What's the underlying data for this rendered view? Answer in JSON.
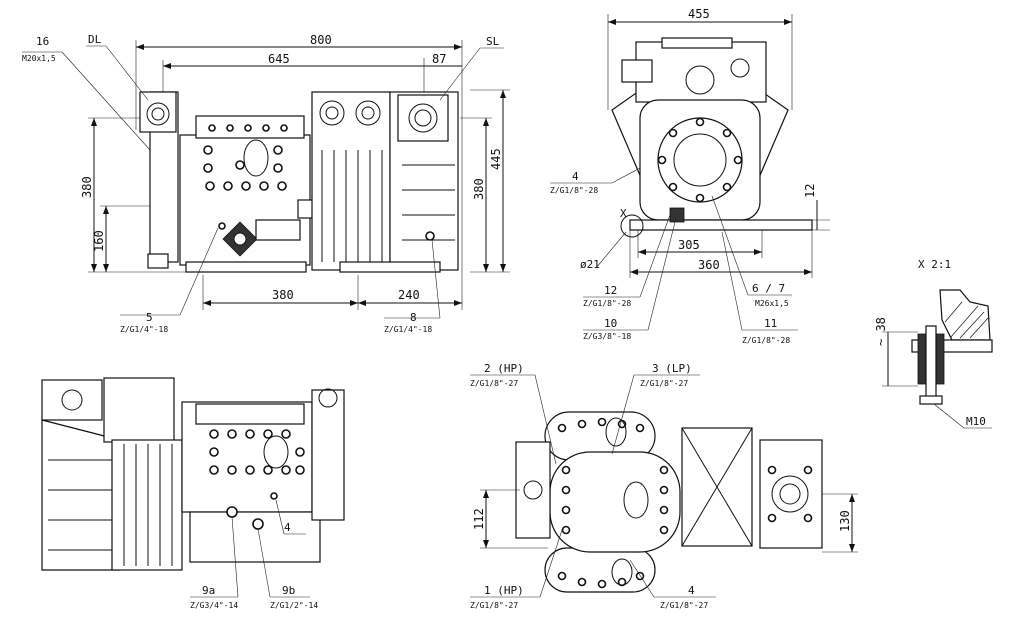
{
  "drawing": {
    "front_view": {
      "dims": {
        "overall_width": "800",
        "width_645": "645",
        "width_87": "87",
        "height_445": "445",
        "height_380_left": "380",
        "height_380_right": "380",
        "height_160": "160",
        "bottom_380": "380",
        "bottom_240": "240"
      },
      "callouts": {
        "c16_num": "16",
        "c16_code": "M20x1,5",
        "dl": "DL",
        "sl": "SL",
        "c5_num": "5",
        "c5_code": "Z/G1/4\"-18",
        "c8_num": "8",
        "c8_code": "Z/G1/4\"-18"
      }
    },
    "side_view": {
      "dims": {
        "width_455": "455",
        "width_305": "305",
        "width_360": "360",
        "height_12": "12",
        "hole_dia": "ø21"
      },
      "callouts": {
        "x_marker": "X",
        "c4_num": "4",
        "c4_code": "Z/G1/8\"-28",
        "c12_num": "12",
        "c12_code": "Z/G1/8\"-28",
        "c10_num": "10",
        "c10_code": "Z/G3/8\"-18",
        "c67_num": "6 / 7",
        "c67_code": "M26x1,5",
        "c11_num": "11",
        "c11_code": "Z/G1/8\"-28"
      }
    },
    "detail_view": {
      "title": "X 2:1",
      "dim_38": "~ 38",
      "bolt": "M10"
    },
    "bottom_left_view": {
      "callouts": {
        "c4_num": "4",
        "c9a_num": "9a",
        "c9a_code": "Z/G3/4\"-14",
        "c9b_num": "9b",
        "c9b_code": "Z/G1/2\"-14"
      }
    },
    "top_view": {
      "dims": {
        "height_112": "112",
        "height_130": "130"
      },
      "callouts": {
        "c2_num": "2 (HP)",
        "c2_code": "Z/G1/8\"-27",
        "c3_num": "3 (LP)",
        "c3_code": "Z/G1/8\"-27",
        "c1_num": "1 (HP)",
        "c1_code": "Z/G1/8\"-27",
        "c4_num": "4",
        "c4_code": "Z/G1/8\"-27"
      }
    }
  }
}
